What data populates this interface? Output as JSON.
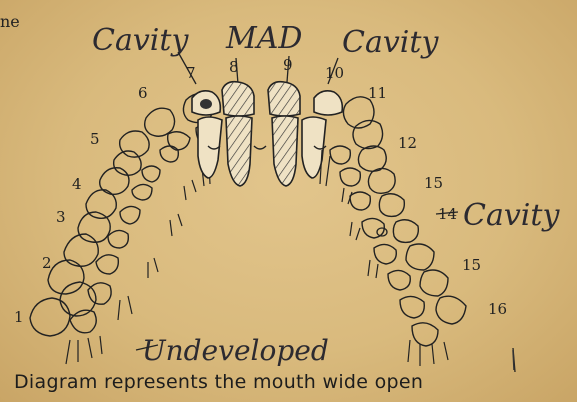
{
  "corner_text": "ne",
  "labels": {
    "cavity_left": "Cavity",
    "mad": "MAD",
    "cavity_right": "Cavity",
    "cavity_side": "Cavity",
    "undeveloped": "Undeveloped"
  },
  "tooth_numbers": [
    "1",
    "2",
    "3",
    "4",
    "5",
    "6",
    "7",
    "8",
    "9",
    "10",
    "11",
    "12",
    "15",
    "14",
    "15",
    "16"
  ],
  "caption": "Diagram represents the mouth wide open"
}
